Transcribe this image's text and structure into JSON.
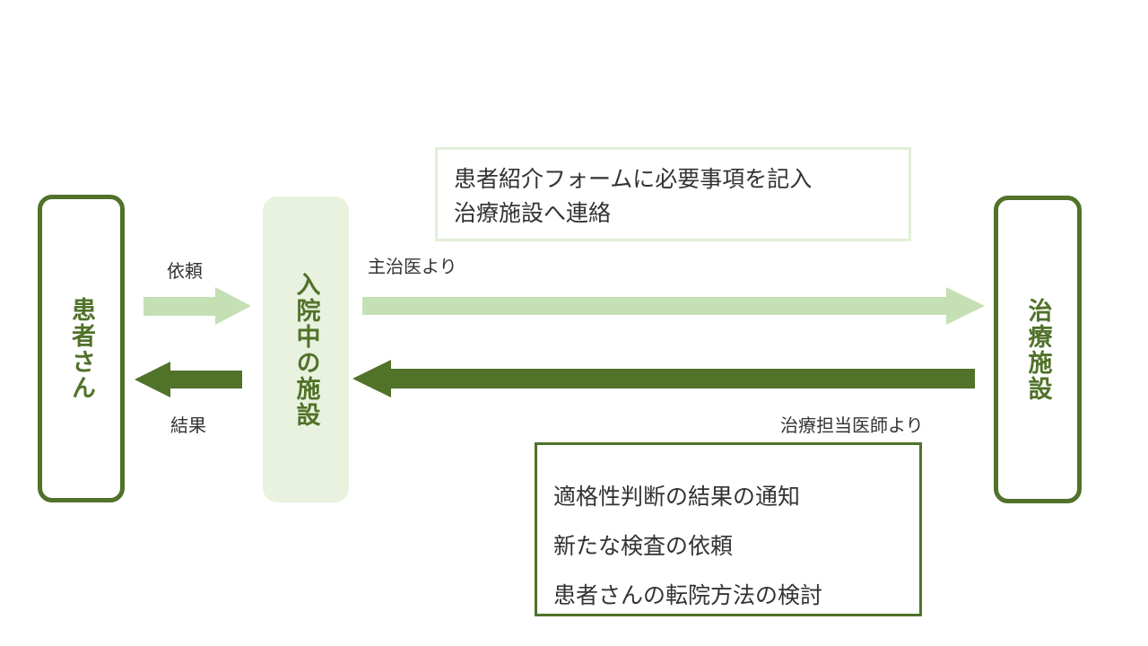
{
  "nodes": {
    "patient": "患者さん",
    "current_hospital": "入院中の施設",
    "treatment_facility": "治療施設"
  },
  "labels": {
    "request": "依頼",
    "result": "結果",
    "from_attending": "主治医より",
    "from_treating_doctor": "治療担当医師より"
  },
  "top_note": [
    "患者紹介フォームに必要事項を記入",
    "治療施設へ連絡"
  ],
  "bottom_note": [
    "適格性判断の結果の通知",
    "新たな検査の依頼",
    "患者さんの転院方法の検討"
  ],
  "colors": {
    "dark_green": "#507229",
    "light_green": "#c5e0b4",
    "box_fill": "#e9f2df"
  }
}
